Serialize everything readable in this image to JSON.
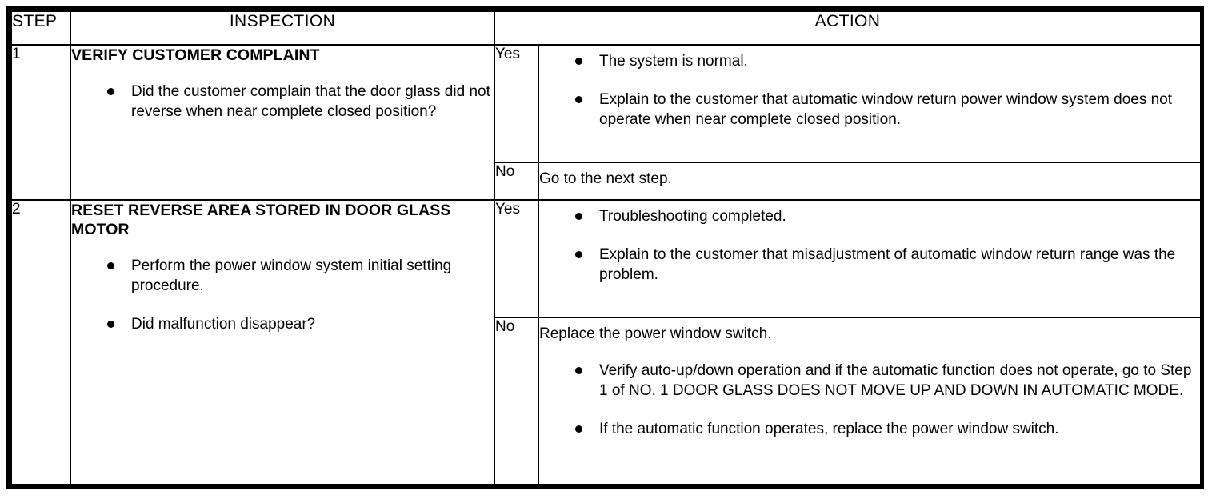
{
  "table": {
    "headers": {
      "step": "STEP",
      "inspection": "INSPECTION",
      "action": "ACTION"
    },
    "rows": [
      {
        "step": "1",
        "inspection": {
          "title": "VERIFY CUSTOMER COMPLAINT",
          "bullets": [
            "Did the customer complain that the door glass did not reverse when near complete closed position?"
          ]
        },
        "branches": [
          {
            "label": "Yes",
            "lead": "",
            "bullets": [
              "The system is normal.",
              "Explain to the customer that automatic window return power window system does not operate when near complete closed position."
            ]
          },
          {
            "label": "No",
            "lead": "Go to the next step.",
            "bullets": []
          }
        ]
      },
      {
        "step": "2",
        "inspection": {
          "title": "RESET REVERSE AREA STORED IN DOOR GLASS MOTOR",
          "bullets": [
            "Perform the power window system initial setting procedure.",
            "Did malfunction disappear?"
          ]
        },
        "branches": [
          {
            "label": "Yes",
            "lead": "",
            "bullets": [
              "Troubleshooting completed.",
              "Explain to the customer that misadjustment of automatic window return range was the problem."
            ]
          },
          {
            "label": "No",
            "lead": "Replace the power window switch.",
            "bullets": [
              "Verify auto-up/down operation and if the automatic function does not operate, go to Step 1 of NO. 1 DOOR GLASS DOES NOT MOVE UP AND DOWN IN AUTOMATIC MODE.",
              "If the automatic function operates, replace the power window switch."
            ]
          }
        ]
      }
    ]
  },
  "colors": {
    "border": "#000000",
    "text": "#000000",
    "background": "#ffffff"
  }
}
